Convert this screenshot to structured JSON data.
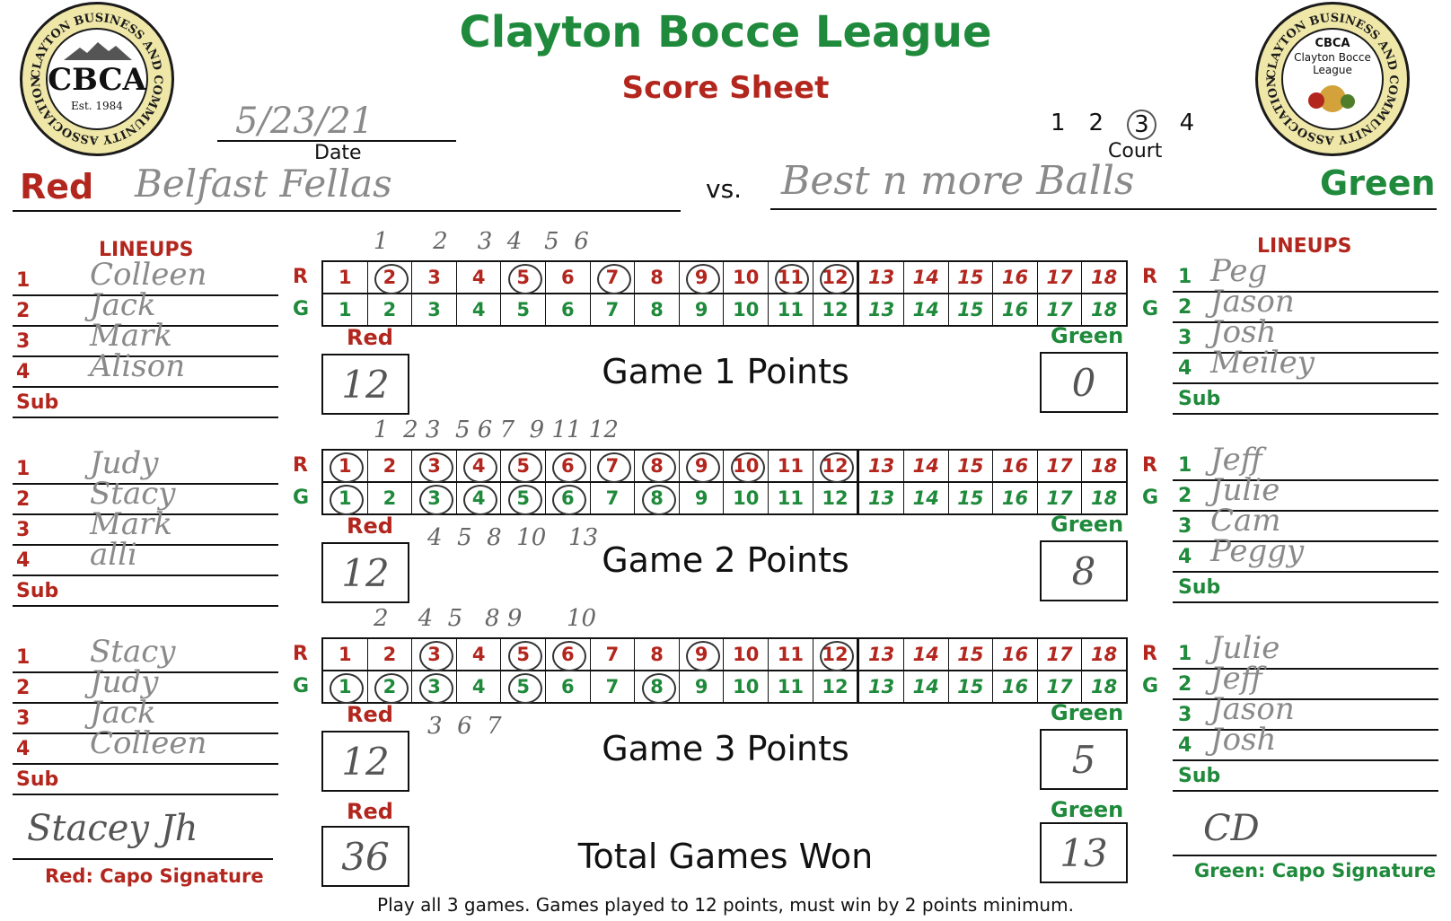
{
  "header": {
    "title": "Clayton Bocce League",
    "subtitle": "Score Sheet",
    "seal_left": {
      "ring_text": "CLAYTON BUSINESS AND COMMUNITY ASSOCIATION",
      "abbr": "CBCA",
      "est": "Est. 1984"
    },
    "seal_right": {
      "ring_text": "CLAYTON BUSINESS AND COMMUNITY ASSOCIATION",
      "line1": "CBCA",
      "line2": "Clayton Bocce",
      "line3": "League"
    },
    "date_value": "5/23/21",
    "date_label": "Date",
    "courts": [
      "1",
      "2",
      "3",
      "4"
    ],
    "court_label": "Court",
    "selected_court": "3"
  },
  "teams": {
    "red_label": "Red",
    "red_name": "Belfast Fellas",
    "vs": "vs.",
    "green_label": "Green",
    "green_name": "Best n more Balls"
  },
  "lineups_label": "LINEUPS",
  "slot_labels": [
    "1",
    "2",
    "3",
    "4",
    "Sub"
  ],
  "row_labels": {
    "r": "R",
    "g": "G"
  },
  "box_labels": {
    "red": "Red",
    "green": "Green"
  },
  "games": [
    {
      "label": "Game 1 Points",
      "red_lineup": [
        "Colleen",
        "Jack",
        "Mark",
        "Alison",
        ""
      ],
      "green_lineup": [
        "Peg",
        "Jason",
        "Josh",
        "Meiley",
        ""
      ],
      "red_marks": "1      2    3  4   5  6",
      "green_marks": "",
      "red_points": "12",
      "green_points": "0"
    },
    {
      "label": "Game 2 Points",
      "red_lineup": [
        "Judy",
        "Stacy",
        "Mark",
        "alli",
        ""
      ],
      "green_lineup": [
        "Jeff",
        "Julie",
        "Cam",
        "Peggy",
        ""
      ],
      "red_marks": "1  2 3  5 6 7  9 11 12",
      "green_marks": "4  5  8  10   13",
      "red_points": "12",
      "green_points": "8"
    },
    {
      "label": "Game 3 Points",
      "red_lineup": [
        "Stacy",
        "Judy",
        "Jack",
        "Colleen",
        ""
      ],
      "green_lineup": [
        "Julie",
        "Jeff",
        "Jason",
        "Josh",
        ""
      ],
      "red_marks": "2    4  5   8 9      10",
      "green_marks": "3  6  7",
      "red_points": "12",
      "green_points": "5"
    }
  ],
  "total": {
    "label": "Total Games Won",
    "red_value": "36",
    "green_value": "13"
  },
  "signatures": {
    "red_label": "Red: Capo Signature",
    "red_value": "Stacey Jh",
    "green_label": "Green: Capo Signature",
    "green_value": "CD"
  },
  "footer": "Play all 3 games. Games played to 12 points, must win by 2 points minimum.",
  "score_numbers": [
    "1",
    "2",
    "3",
    "4",
    "5",
    "6",
    "7",
    "8",
    "9",
    "10",
    "11",
    "12",
    "13",
    "14",
    "15",
    "16",
    "17",
    "18"
  ],
  "circled": {
    "g1": {
      "r": [
        2,
        5,
        7,
        9,
        11,
        12
      ],
      "g": []
    },
    "g2": {
      "r": [
        1,
        3,
        4,
        5,
        6,
        7,
        8,
        9,
        10,
        12
      ],
      "g": [
        1,
        3,
        4,
        5,
        6,
        8
      ]
    },
    "g3": {
      "r": [
        3,
        5,
        6,
        9,
        12
      ],
      "g": [
        1,
        2,
        3,
        5,
        8
      ]
    }
  },
  "colors": {
    "red": "#b3261e",
    "green": "#1f8a3b"
  }
}
